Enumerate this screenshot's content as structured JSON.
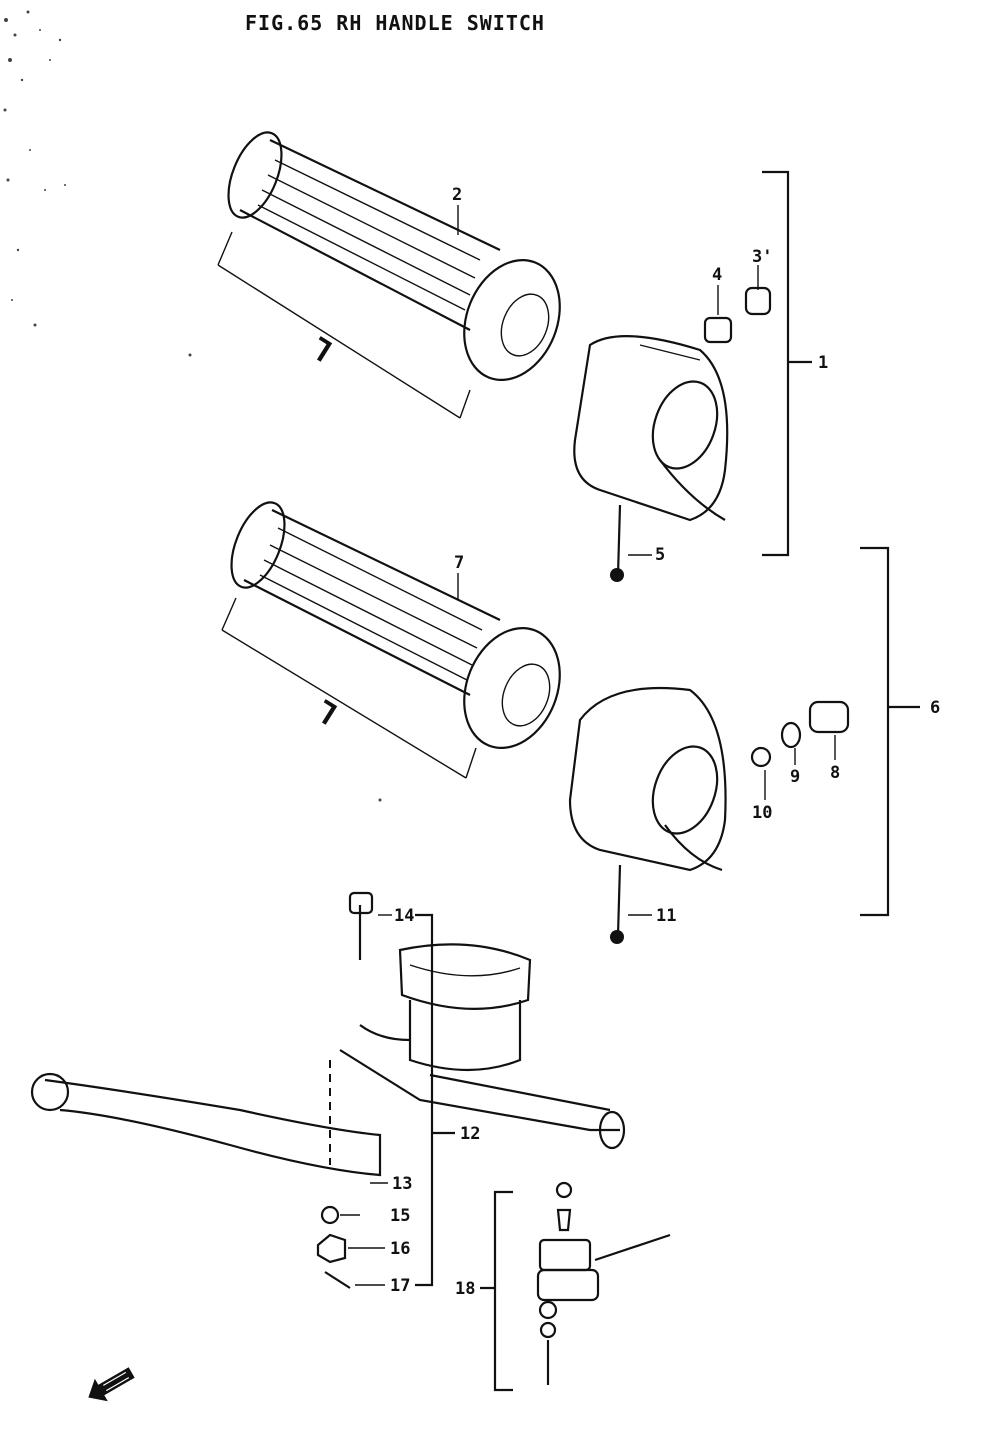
{
  "title": "FIG.65  RH HANDLE SWITCH",
  "callouts": {
    "p1": "1",
    "p2": "2",
    "p3": "3'",
    "p4": "4",
    "p5": "5",
    "p6": "6",
    "p7": "7",
    "p8": "8",
    "p9": "9",
    "p10": "10",
    "p11": "11",
    "p12": "12",
    "p13": "13",
    "p14": "14",
    "p15": "15",
    "p16": "16",
    "p17": "17",
    "p18": "18"
  },
  "dimension_labels": {
    "upper_grip": "L",
    "lower_grip": "L"
  },
  "icons": [
    "front-direction-arrow-icon"
  ]
}
